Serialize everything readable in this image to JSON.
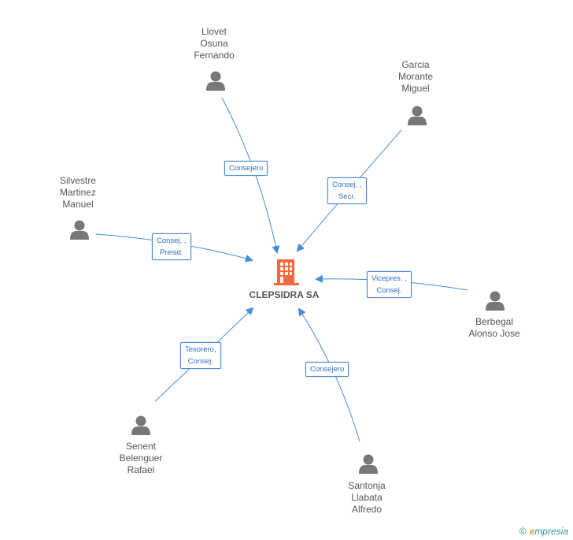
{
  "company": {
    "name": "CLEPSIDRA SA",
    "icon": "building-icon",
    "color": "#f26a3d"
  },
  "edge_color": "#4a8bd8",
  "people": [
    {
      "id": "llovet",
      "name": "Llovet\nOsuna\nFernando",
      "role": "Consejero"
    },
    {
      "id": "garcia",
      "name": "Garcia\nMorante\nMiguel",
      "role": "Consej. ,\nSecr."
    },
    {
      "id": "silvestre",
      "name": "Silvestre\nMartinez\nManuel",
      "role": "Consej. ,\nPresid."
    },
    {
      "id": "berbegal",
      "name": "Berbegal\nAlonso Jose",
      "role": "Vicepres. ,\nConsej."
    },
    {
      "id": "senent",
      "name": "Senent\nBelenguer\nRafael",
      "role": "Tesorero,\nConsej."
    },
    {
      "id": "santonja",
      "name": "Santonja\nLlabata\nAlfredo",
      "role": "Consejero"
    }
  ],
  "footer": {
    "copyright": "©",
    "brand_initial": "e",
    "brand_rest": "mpresia"
  }
}
